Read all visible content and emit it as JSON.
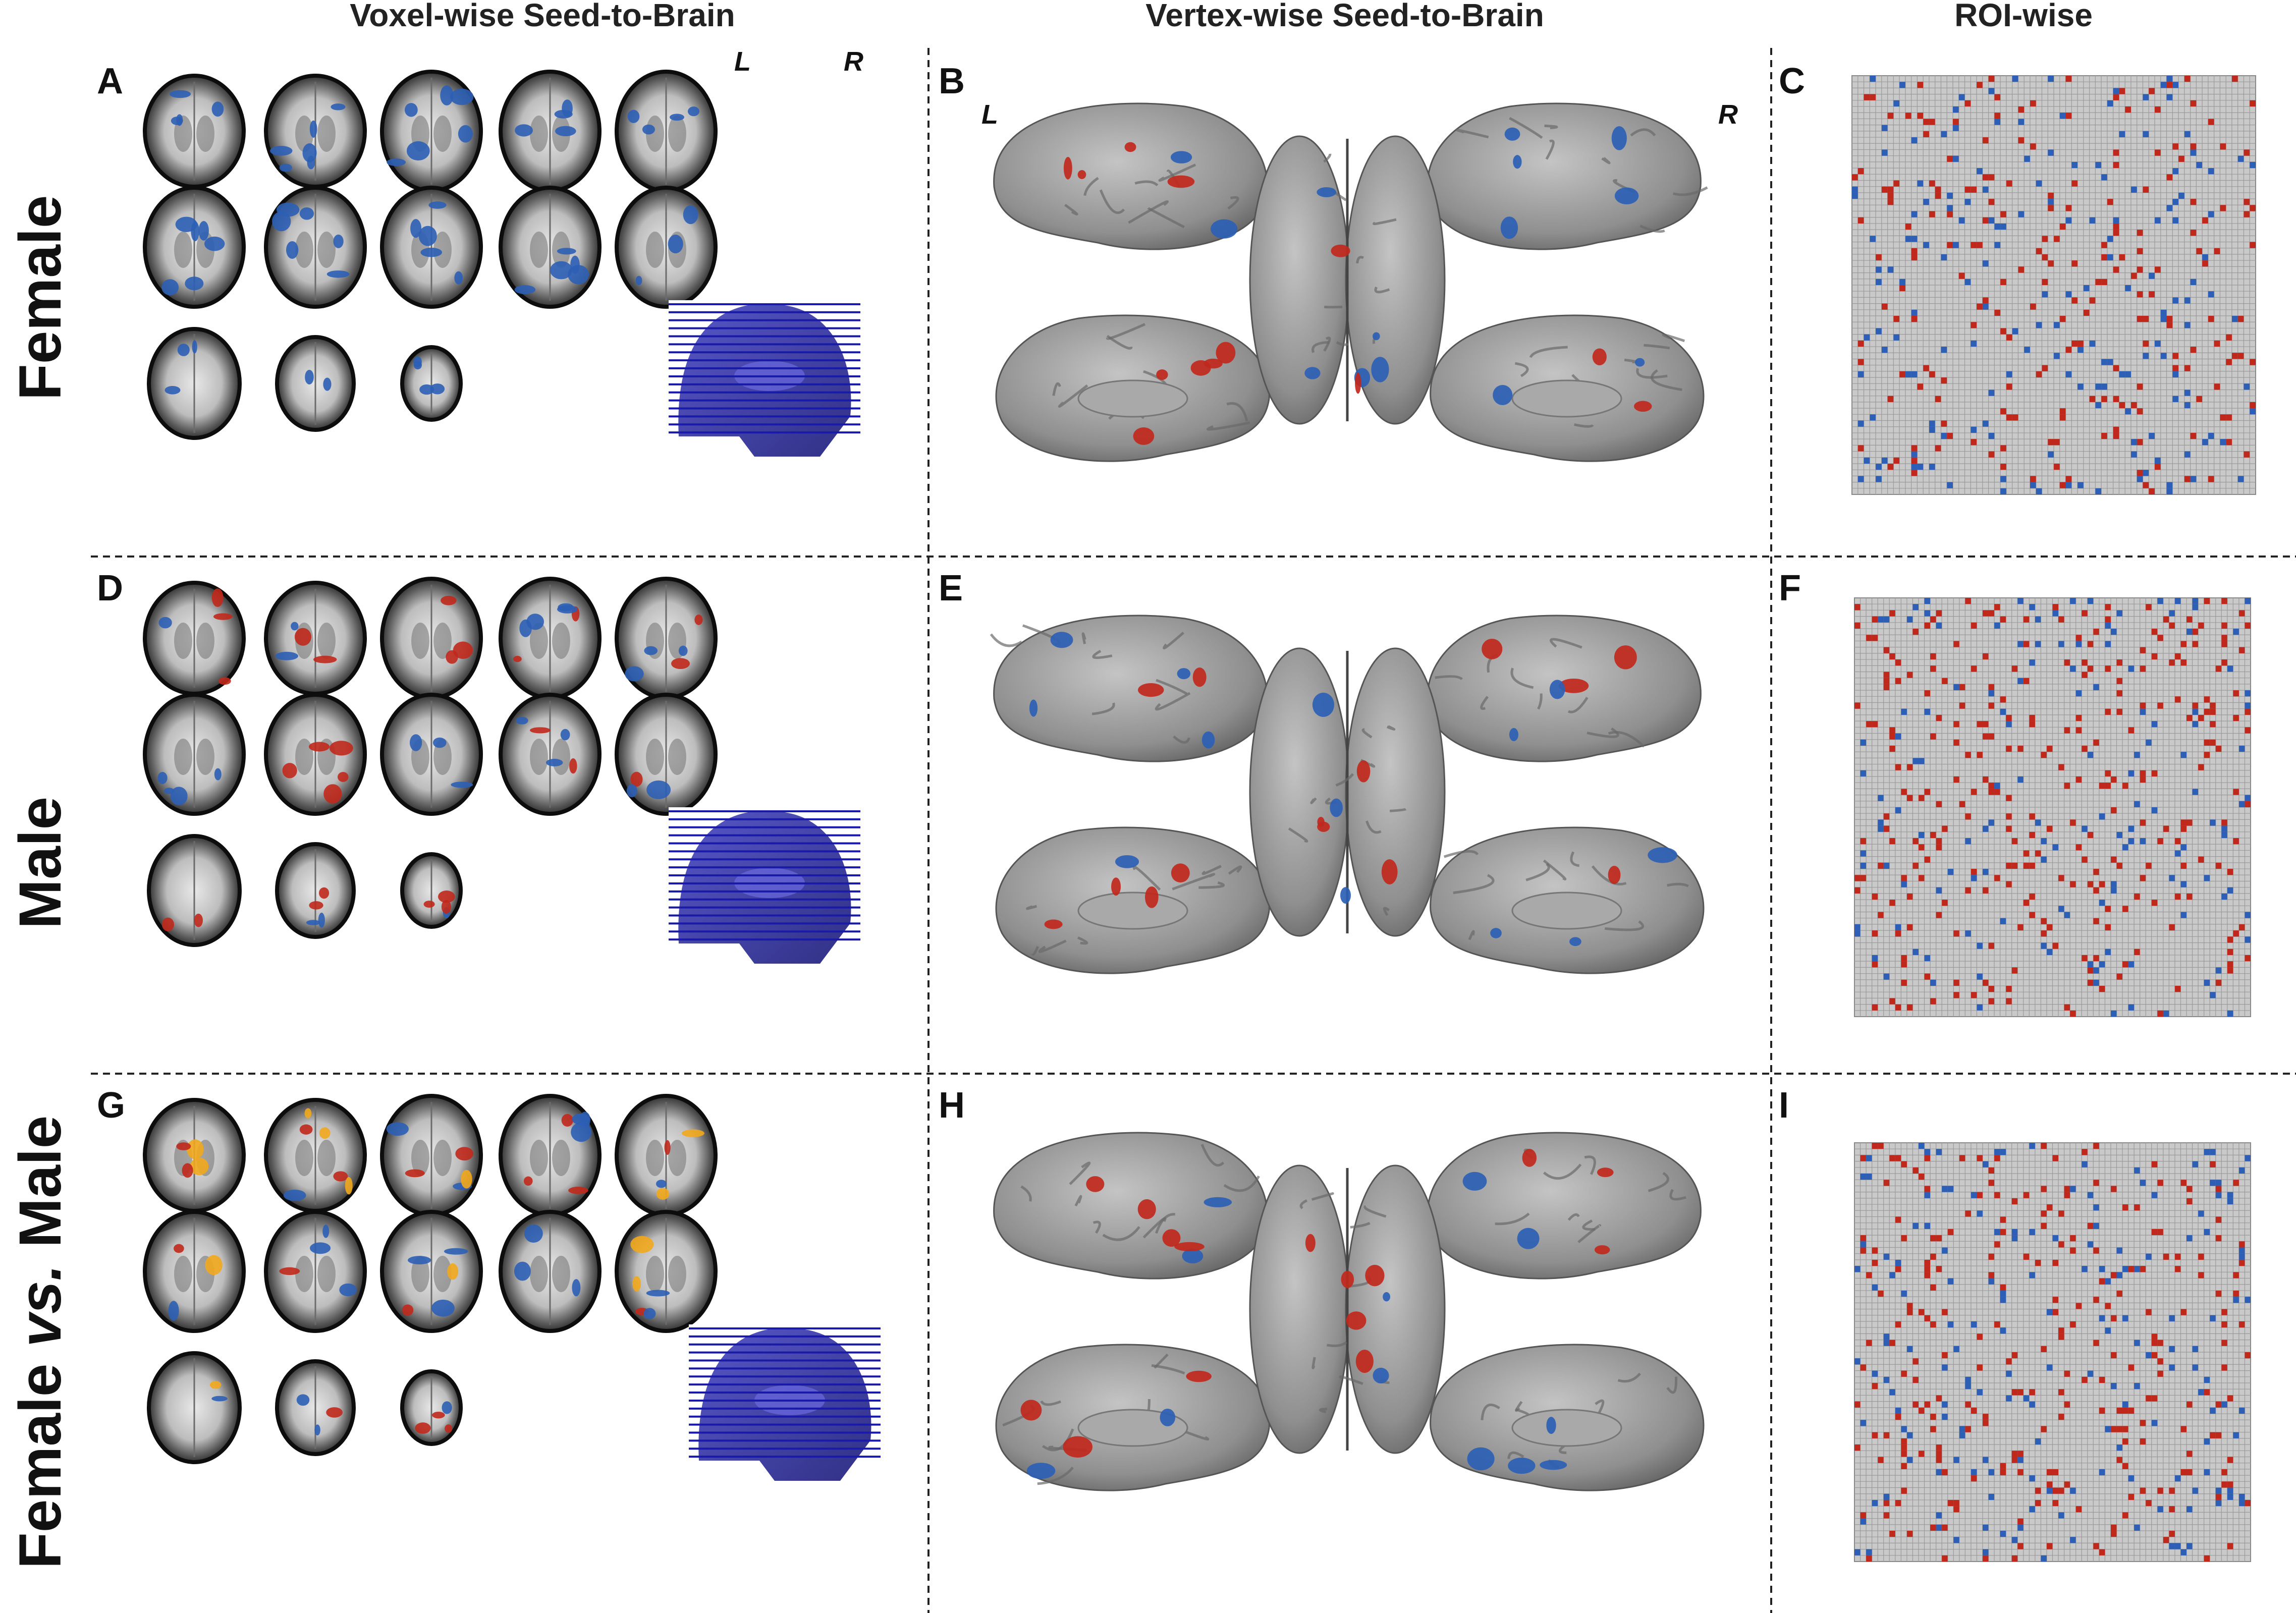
{
  "columns": [
    {
      "title": "Voxel-wise Seed-to-Brain"
    },
    {
      "title": "Vertex-wise Seed-to-Brain"
    },
    {
      "title": "ROI-wise"
    }
  ],
  "rows": [
    {
      "label_main": "Female",
      "label_italic": "",
      "label_tail": "",
      "letters": [
        "A",
        "B",
        "C"
      ]
    },
    {
      "label_main": "Male",
      "label_italic": "",
      "label_tail": "",
      "letters": [
        "D",
        "E",
        "F"
      ]
    },
    {
      "label_main": "Female ",
      "label_italic": "vs.",
      "label_tail": " Male",
      "letters": [
        "G",
        "H",
        "I"
      ]
    }
  ],
  "orientation": {
    "left": "L",
    "right": "R"
  },
  "colors": {
    "positive": "#c0281c",
    "negative": "#2c5fb5",
    "hot": "#f2a81d",
    "brain_gray": "#8e8e8e",
    "matrix_bg": "#c9c9c9",
    "sagittal_blue": "#1a1aa8"
  },
  "matrices": [
    {
      "size": 68,
      "red_density": 0.045,
      "blue_density": 0.035,
      "seed": 11
    },
    {
      "size": 68,
      "red_density": 0.06,
      "blue_density": 0.025,
      "seed": 23
    },
    {
      "size": 68,
      "red_density": 0.055,
      "blue_density": 0.035,
      "seed": 37
    }
  ]
}
